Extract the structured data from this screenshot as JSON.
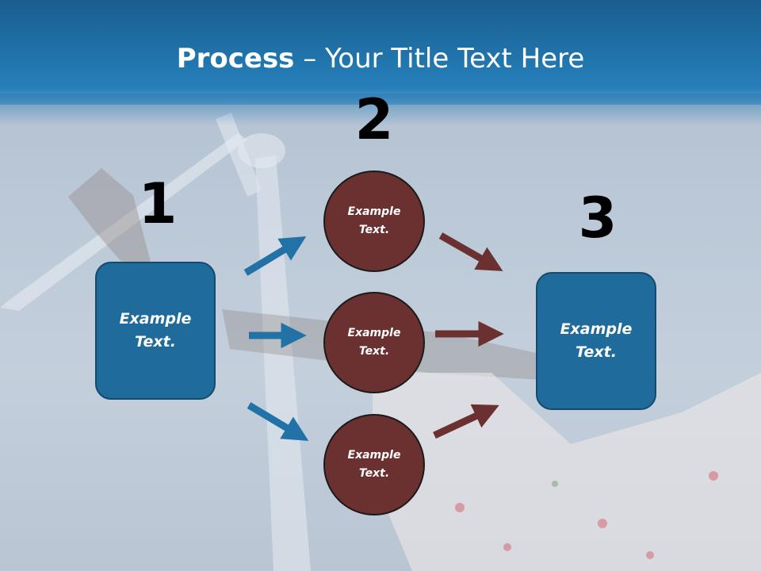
{
  "title": {
    "strong": "Process",
    "rest": " – Your Title Text Here"
  },
  "steps": [
    {
      "number": "1",
      "label": "Example Text."
    },
    {
      "number": "2",
      "label": "Example Text."
    },
    {
      "number": "3",
      "label": "Example Text."
    }
  ],
  "middle_nodes": [
    {
      "label": "Example Text."
    },
    {
      "label": "Example Text."
    },
    {
      "label": "Example Text."
    }
  ],
  "colors": {
    "header": "#2074ab",
    "box_fill": "#1f6b9c",
    "box_border": "#154a6e",
    "circle_fill": "#6b3030",
    "arrow_blue": "#2272a8",
    "arrow_brown": "#6b3030"
  }
}
